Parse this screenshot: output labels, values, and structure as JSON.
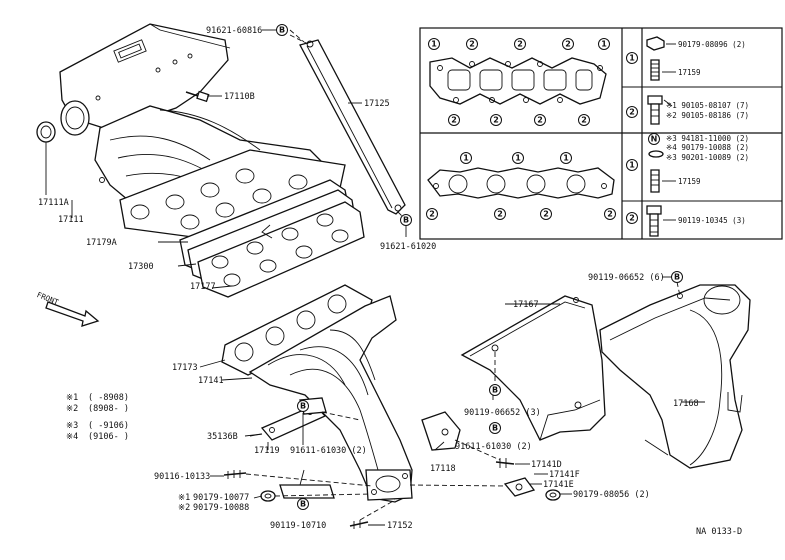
{
  "diagram": {
    "code": "NA 0133-D",
    "front_label": "FRONT",
    "parts": {
      "p_91621_60816": "91621-60816",
      "p_17110b": "17110B",
      "p_17125": "17125",
      "p_17111a": "17111A",
      "p_17111": "17111",
      "p_17179a": "17179A",
      "p_17300": "17300",
      "p_17177": "17177",
      "p_91621_61020": "91621-61020",
      "p_17167": "17167",
      "p_90119_06652_6": "90119-06652 (6)",
      "p_17173": "17173",
      "p_17141": "17141",
      "p_90119_06652_3": "90119-06652 (3)",
      "p_17168": "17168",
      "p_35136b": "35136B",
      "p_17119": "17119",
      "p_91611_61030_a": "91611-61030 (2)",
      "p_91611_61030_b": "91611-61030 (2)",
      "p_17118": "17118",
      "p_17141d": "17141D",
      "p_17141f": "17141F",
      "p_17141e": "17141E",
      "p_90116_10133": "90116-10133",
      "p_90179_10077": "90179-10077",
      "p_90179_10088": "90179-10088",
      "p_90179_08056": "90179-08056 (2)",
      "p_90119_10710": "90119-10710",
      "p_17152": "17152"
    },
    "legend": {
      "r1_mark": "※1",
      "r1_val": "(     -8908)",
      "r2_mark": "※2",
      "r2_val": "(8908-     )",
      "r3_mark": "※3",
      "r3_val": "(     -9106)",
      "r4_mark": "※4",
      "r4_val": "(9106-     )"
    },
    "markers": {
      "one": "1",
      "two": "2",
      "b": "B",
      "n": "N"
    },
    "table": {
      "row1": "90179-08096 (2)",
      "row1b": "17159",
      "row2a": "※1 90105-08107 (7)",
      "row2b": "※2 90105-08186 (7)",
      "row3a": "※3 94181-11000 (2)",
      "row3b": "※4 90179-10088 (2)",
      "row3c": "※3 90201-10089 (2)",
      "row3d": "17159",
      "row4": "90119-10345 (3)"
    },
    "prefix_mark": "※1",
    "prefix_mark2": "※2"
  }
}
